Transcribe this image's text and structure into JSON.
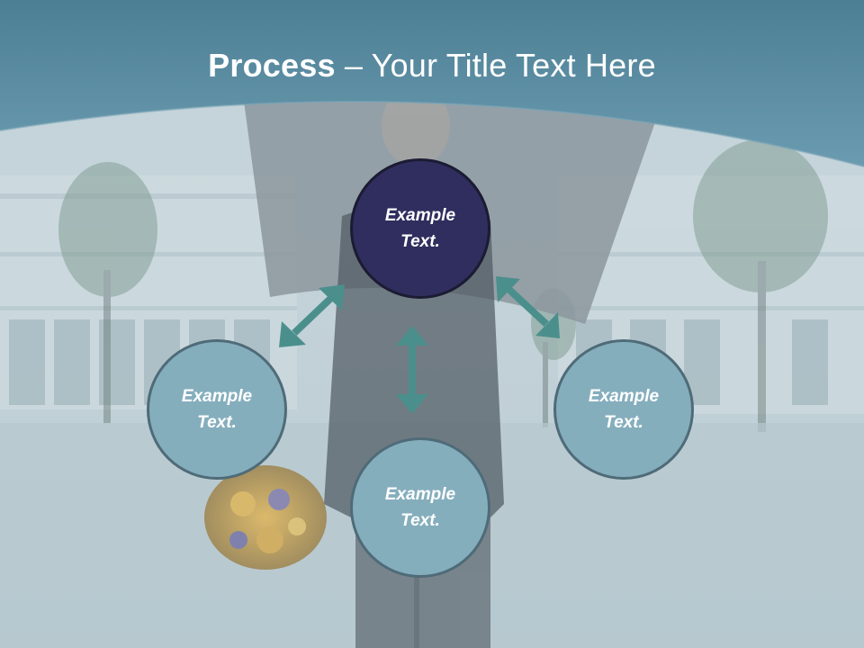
{
  "slide": {
    "title_bold": "Process",
    "title_rest": " – Your Title Text Here"
  },
  "nodes": {
    "top": {
      "line1": "Example",
      "line2": "Text."
    },
    "left": {
      "line1": "Example",
      "line2": "Text."
    },
    "right": {
      "line1": "Example",
      "line2": "Text."
    },
    "bottom": {
      "line1": "Example",
      "line2": "Text."
    }
  },
  "colors": {
    "header": "#5d8ea3",
    "center_node": "#2f2e5e",
    "outer_node": "#85aebd",
    "node_border": "#4f6b78",
    "arrow": "#4b8f8c"
  }
}
